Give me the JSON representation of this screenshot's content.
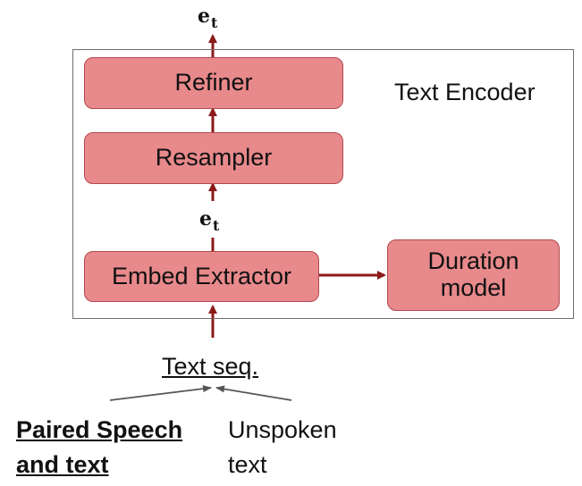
{
  "container": {
    "label": "Text Encoder"
  },
  "blocks": {
    "refiner": "Refiner",
    "resampler": "Resampler",
    "embed_extractor": "Embed Extractor",
    "duration_line1": "Duration",
    "duration_line2": "model"
  },
  "symbols": {
    "e_hat_main": "e",
    "e_hat_accent": "^",
    "e_hat_sub": "t",
    "e_main": "e",
    "e_sub": "t"
  },
  "inputs": {
    "text_seq": "Text seq.",
    "paired_line1": "Paired Speech",
    "paired_line2": "and text",
    "unspoken_line1": "Unspoken",
    "unspoken_line2": "text"
  },
  "colors": {
    "block_fill": "#e8898b",
    "block_border": "#b5474f",
    "arrow": "#8b1a1a",
    "frame": "#6e6e6e",
    "input_arrow": "#555555"
  }
}
